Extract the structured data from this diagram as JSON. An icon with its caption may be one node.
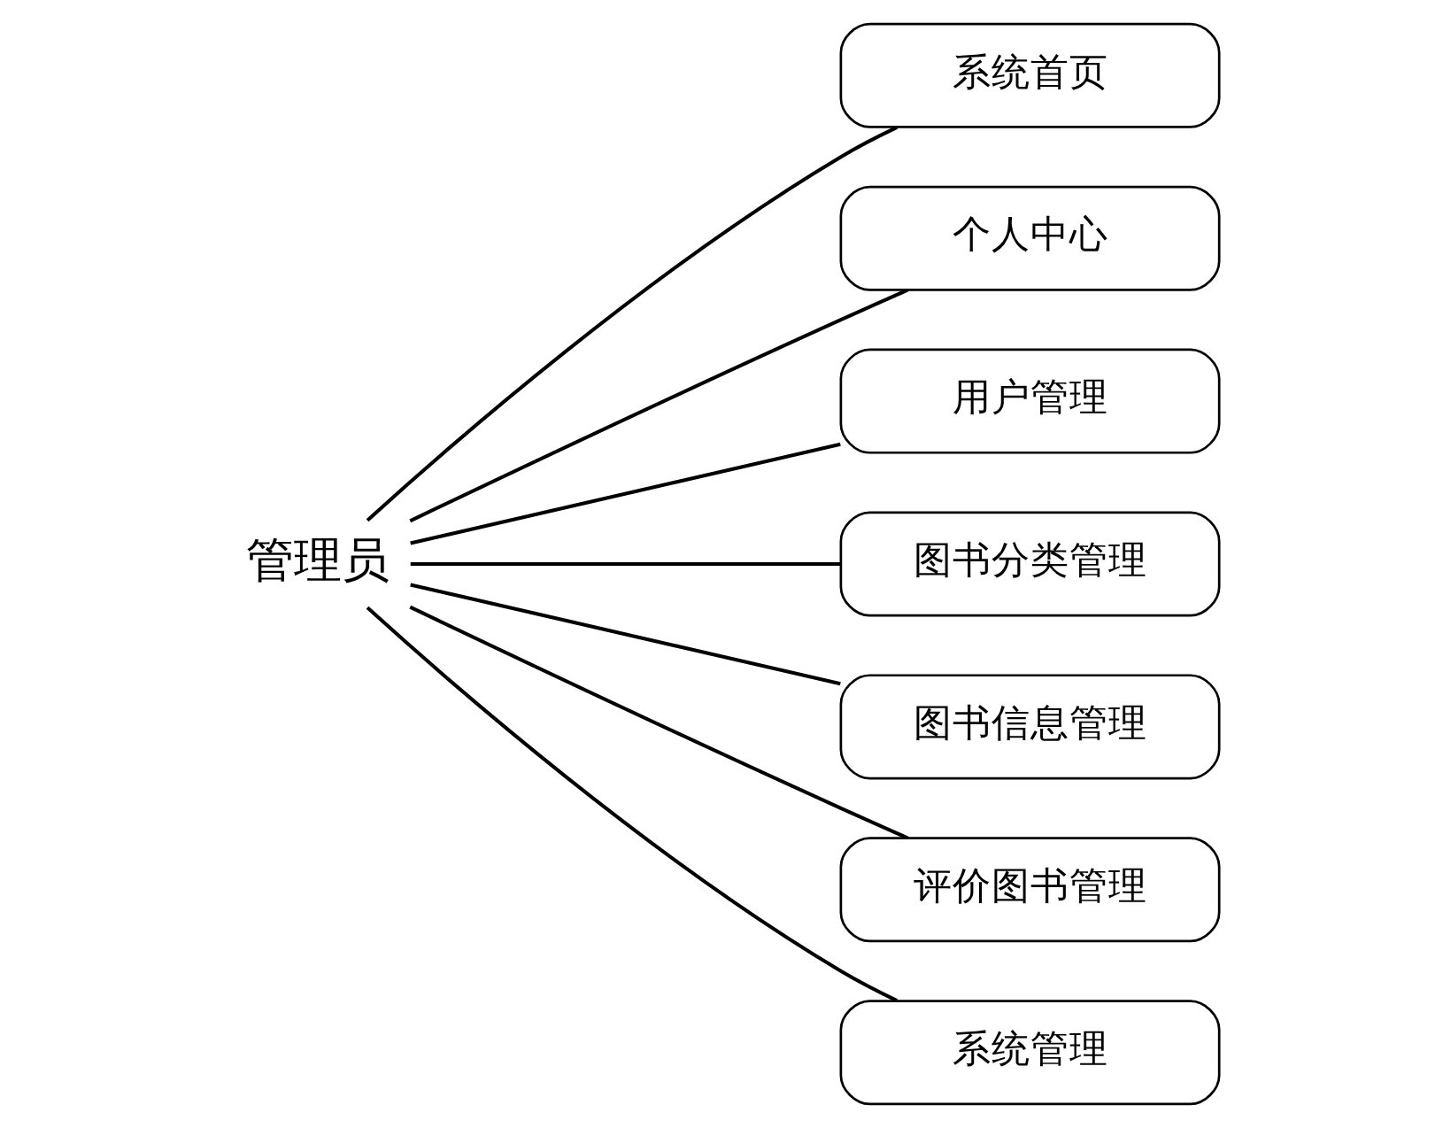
{
  "diagram": {
    "nodes": [
      {
        "text": [
          "管理员"
        ]
      },
      {
        "text": [
          "系统首页"
        ]
      },
      {
        "text": [
          "个人中心"
        ]
      },
      {
        "text": [
          "用户管理"
        ]
      },
      {
        "text": [
          "图书分类管理"
        ]
      },
      {
        "text": [
          "图书信息管理"
        ]
      },
      {
        "text": [
          "评价图书管理"
        ]
      },
      {
        "text": [
          "系统管理"
        ]
      }
    ],
    "edges": [
      {
        "from": 0,
        "to": 1,
        "arrow": "none"
      },
      {
        "from": 0,
        "to": 2,
        "arrow": "none"
      },
      {
        "from": 0,
        "to": 3,
        "arrow": "none"
      },
      {
        "from": 0,
        "to": 4,
        "arrow": "none"
      },
      {
        "from": 0,
        "to": 5,
        "arrow": "none"
      },
      {
        "from": 0,
        "to": 6,
        "arrow": "none"
      },
      {
        "from": 0,
        "to": 7,
        "arrow": "none"
      }
    ]
  }
}
